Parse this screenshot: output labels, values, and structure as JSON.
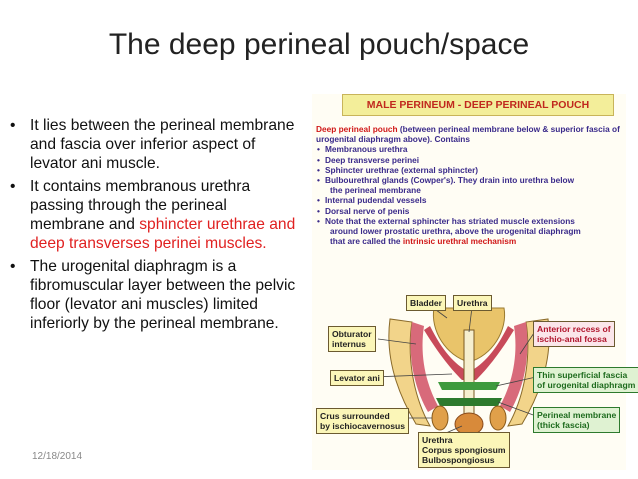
{
  "slide": {
    "title": "The deep perineal pouch/space",
    "date": "12/18/2014"
  },
  "bullets": [
    {
      "text": "It lies between the perineal membrane and fascia over inferior aspect of levator ani muscle."
    },
    {
      "text": "It contains membranous urethra passing through the perineal membrane and ",
      "highlight": "sphincter urethrae and deep transverses perinei muscles."
    },
    {
      "text": "The urogenital diaphragm is a fibromuscular layer between the pelvic floor (levator ani muscles) limited inferiorly by the perineal membrane."
    }
  ],
  "figure": {
    "title": "MALE PERINEUM - DEEP PERINEAL POUCH",
    "intro_term": "Deep perineal pouch",
    "intro_rest": " (between perineal membrane below & superior fascia of urogenital diaphragm above). Contains",
    "items": [
      "Membranous urethra",
      "Deep transverse perinei",
      "Sphincter urethrae (external sphincter)",
      "Bulbourethral glands (Cowper's). They drain into urethra below",
      "Internal pudendal vessels",
      "Dorsal nerve of penis",
      "Note that the external sphincter has striated muscle extensions"
    ],
    "item4_cont": "the perineal membrane",
    "item7_cont1": "around lower prostatic urethra, above the urogenital diaphragm",
    "item7_cont2_pre": "that are called the ",
    "item7_cont2_term": "intrinsic urethral mechanism",
    "labels": {
      "bladder": "Bladder",
      "urethra_top": "Urethra",
      "obturator_1": "Obturator",
      "obturator_2": "internus",
      "levator": "Levator ani",
      "crus_1": "Crus surrounded",
      "crus_2": "by ischiocavernosus",
      "urethra_bottom_1": "Urethra",
      "urethra_bottom_2": "Corpus spongiosum",
      "urethra_bottom_3": "Bulbospongiosus",
      "anterior_1": "Anterior recess of",
      "anterior_2": "ischio-anal fossa",
      "thin_1": "Thin superficial fascia",
      "thin_2": "of urogenital diaphragm",
      "perineal_1": "Perineal membrane",
      "perineal_2": "(thick fascia)"
    }
  }
}
